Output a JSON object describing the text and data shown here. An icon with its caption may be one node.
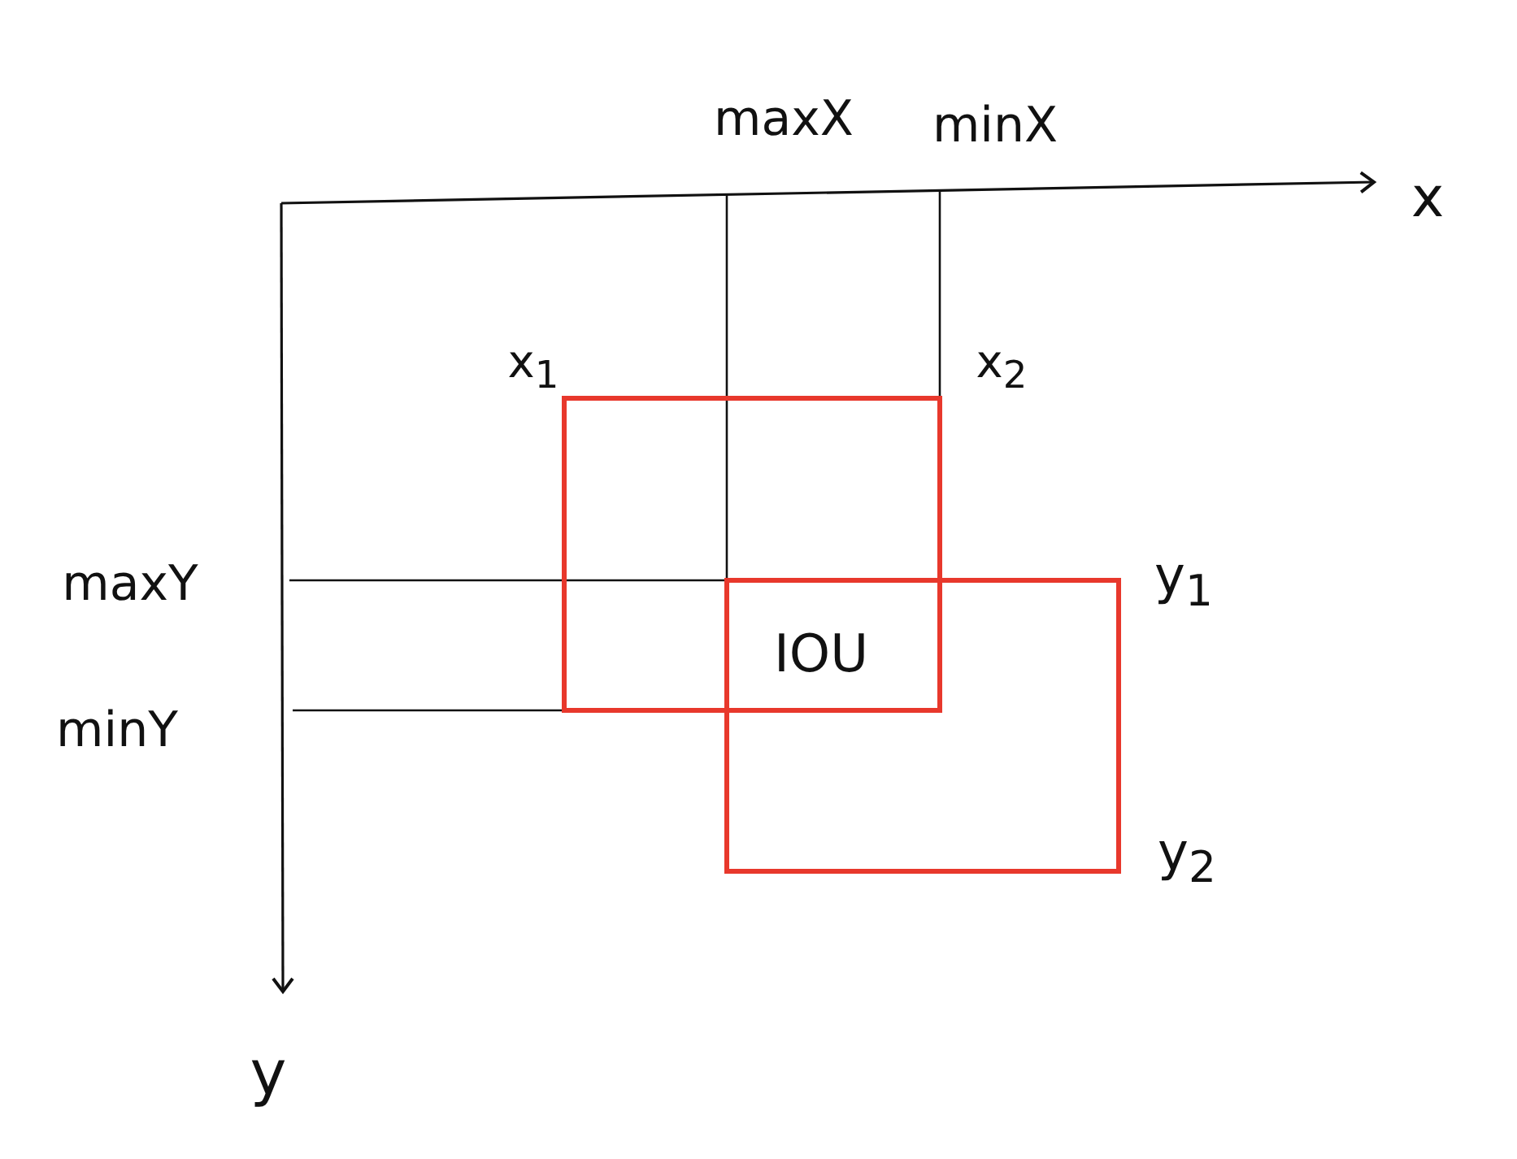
{
  "diagram": {
    "labels": [
      "maxX",
      "minX",
      "x",
      "x$_{1}$",
      "x$_{2}$",
      "maxY",
      "y$_{1}$",
      "IOU",
      "minY",
      "y$_{2}$",
      "y"
    ]
  }
}
